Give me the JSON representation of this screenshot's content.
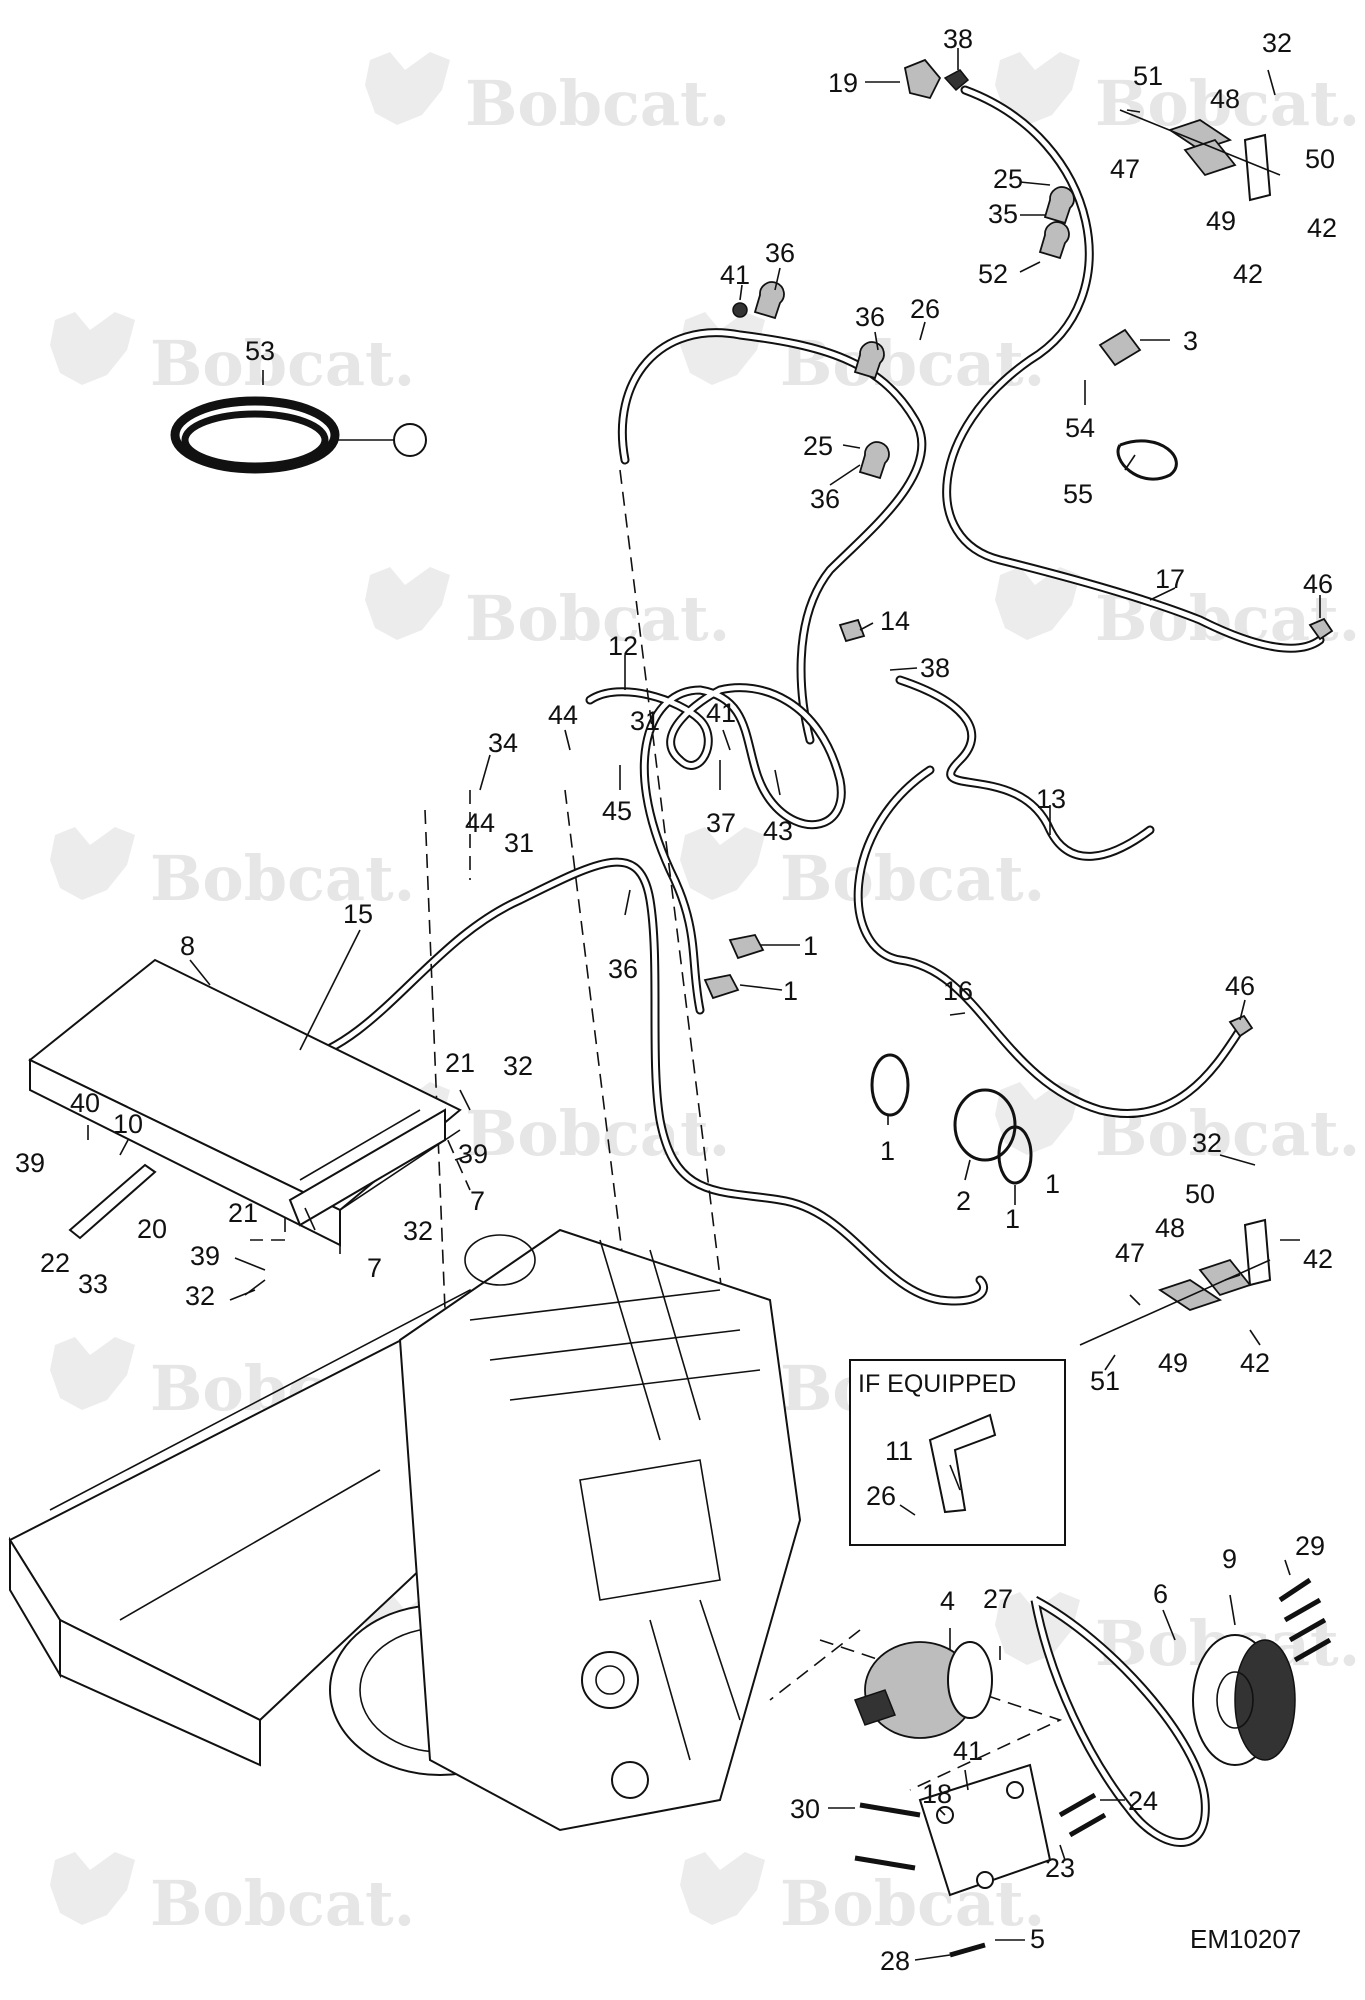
{
  "watermark": "Bobcat.",
  "figure_code": "EM10207",
  "if_equipped_label": "IF EQUIPPED",
  "callouts": {
    "c38a": "38",
    "c19": "19",
    "c51a": "51",
    "c32a": "32",
    "c48a": "48",
    "c47a": "47",
    "c50a": "50",
    "c49a": "49",
    "c42a": "42",
    "c42b": "42",
    "c25a": "25",
    "c35": "35",
    "c52": "52",
    "c36a": "36",
    "c41a": "41",
    "c36b": "36",
    "c26a": "26",
    "c3": "3",
    "c53": "53",
    "c54": "54",
    "c55": "55",
    "c25b": "25",
    "c36c": "36",
    "c17": "17",
    "c46a": "46",
    "c14": "14",
    "c38b": "38",
    "c12": "12",
    "c44a": "44",
    "c31a": "31",
    "c41b": "41",
    "c34": "34",
    "c13": "13",
    "c44b": "44",
    "c31b": "31",
    "c45": "45",
    "c37": "37",
    "c43": "43",
    "c15": "15",
    "c8": "8",
    "c36d": "36",
    "c1a": "1",
    "c1b": "1",
    "c16": "16",
    "c46b": "46",
    "c21a": "21",
    "c32b": "32",
    "c40": "40",
    "c10": "10",
    "c39a": "39",
    "c39b": "39",
    "c7a": "7",
    "c1c": "1",
    "c2": "2",
    "c1d": "1",
    "c1e": "1",
    "c32c": "32",
    "c50b": "50",
    "c48b": "48",
    "c47b": "47",
    "c42c": "42",
    "c20": "20",
    "c21b": "21",
    "c22": "22",
    "c33": "33",
    "c39c": "39",
    "c32d": "32",
    "c7b": "7",
    "c32e": "32",
    "c51b": "51",
    "c49b": "49",
    "c42d": "42",
    "c11": "11",
    "c26b": "26",
    "c29": "29",
    "c9": "9",
    "c6": "6",
    "c4": "4",
    "c27": "27",
    "c41c": "41",
    "c30": "30",
    "c18": "18",
    "c24": "24",
    "c23": "23",
    "c28": "28",
    "c5": "5"
  }
}
